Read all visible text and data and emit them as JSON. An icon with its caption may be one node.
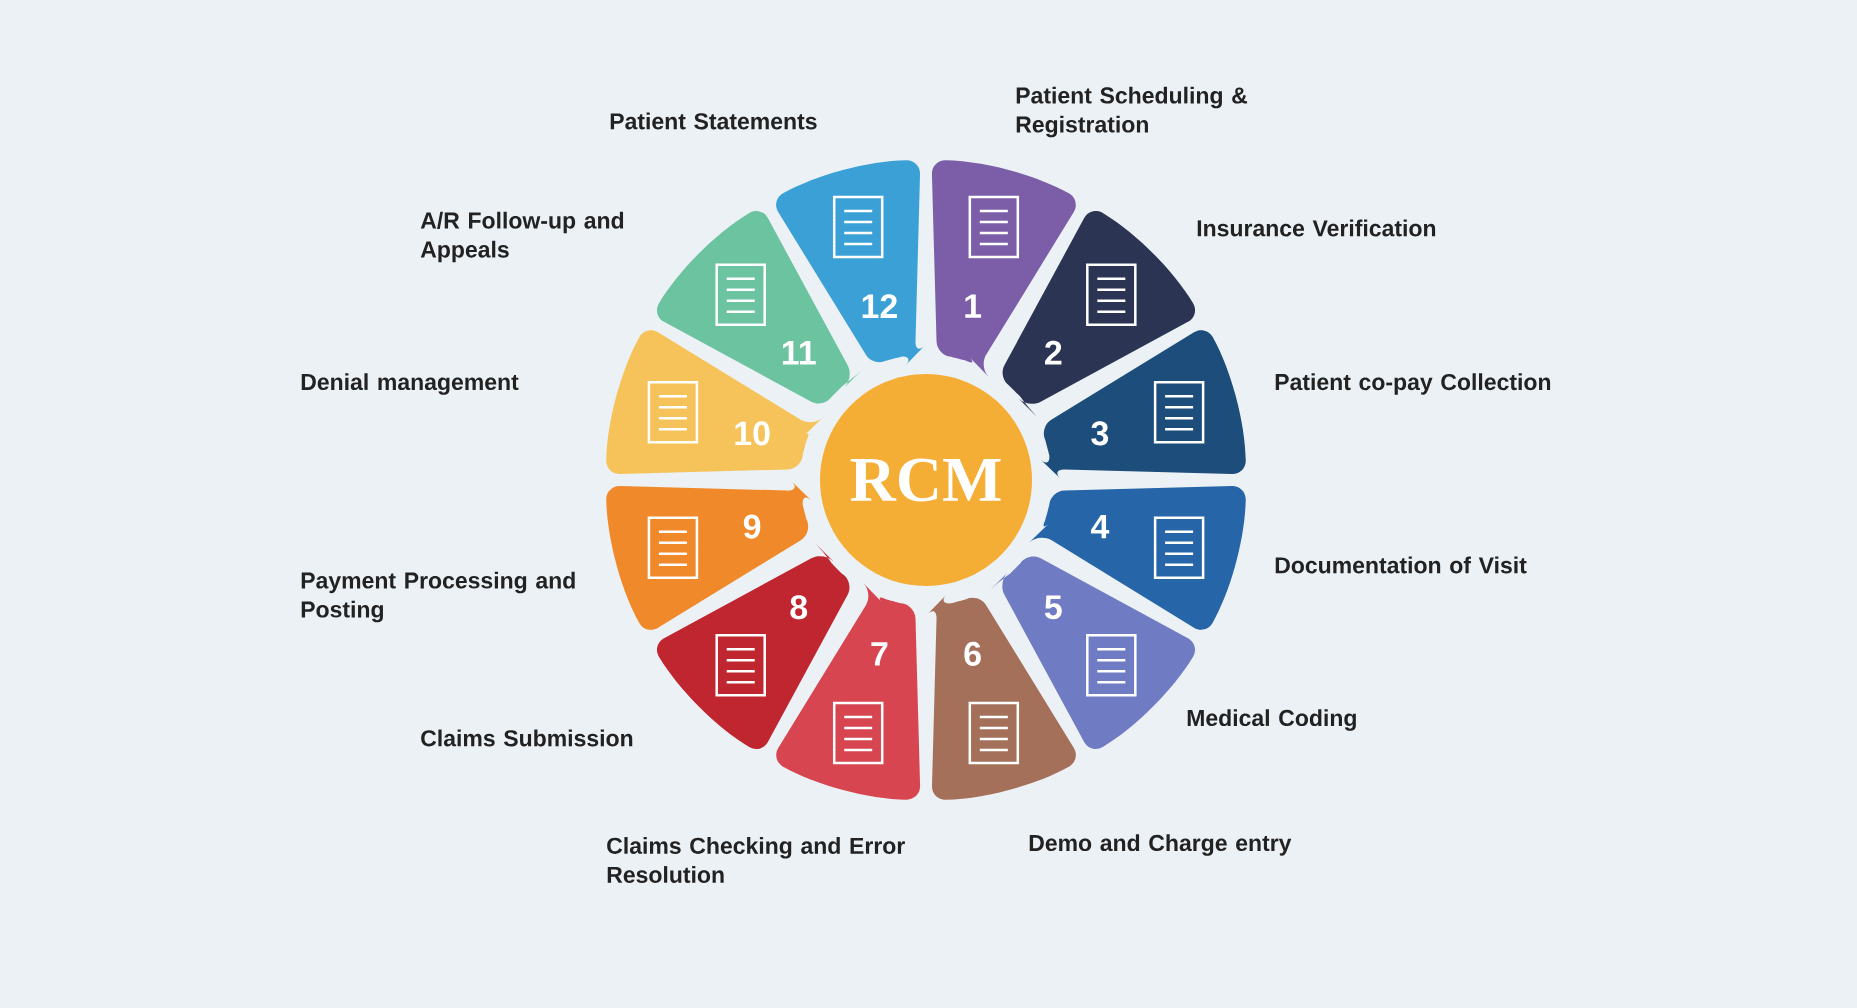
{
  "diagram": {
    "nodes": [
      {
        "text": [
          "RCM"
        ]
      },
      {
        "text": [
          "1"
        ],
        "beside": [
          "Patient Scheduling & Registration"
        ]
      },
      {
        "text": [
          "2"
        ],
        "beside": [
          "Insurance Verification"
        ]
      },
      {
        "text": [
          "3"
        ],
        "beside": [
          "Patient co-pay Collection"
        ]
      },
      {
        "text": [
          "4"
        ],
        "beside": [
          "Documentation of Visit"
        ]
      },
      {
        "text": [
          "5"
        ],
        "beside": [
          "Medical Coding"
        ]
      },
      {
        "text": [
          "6"
        ],
        "beside": [
          "Demo and Charge entry"
        ]
      },
      {
        "text": [
          "7"
        ],
        "beside": [
          "Claims Checking and Error Resolution"
        ]
      },
      {
        "text": [
          "8"
        ],
        "beside": [
          "Claims Submission"
        ]
      },
      {
        "text": [
          "9"
        ],
        "beside": [
          "Payment Processing and Posting"
        ]
      },
      {
        "text": [
          "10"
        ],
        "beside": [
          "Denial management"
        ]
      },
      {
        "text": [
          "11"
        ],
        "beside": [
          "A/R Follow-up and Appeals"
        ]
      },
      {
        "text": [
          "12"
        ],
        "beside": [
          "Patient Statements"
        ]
      }
    ]
  }
}
